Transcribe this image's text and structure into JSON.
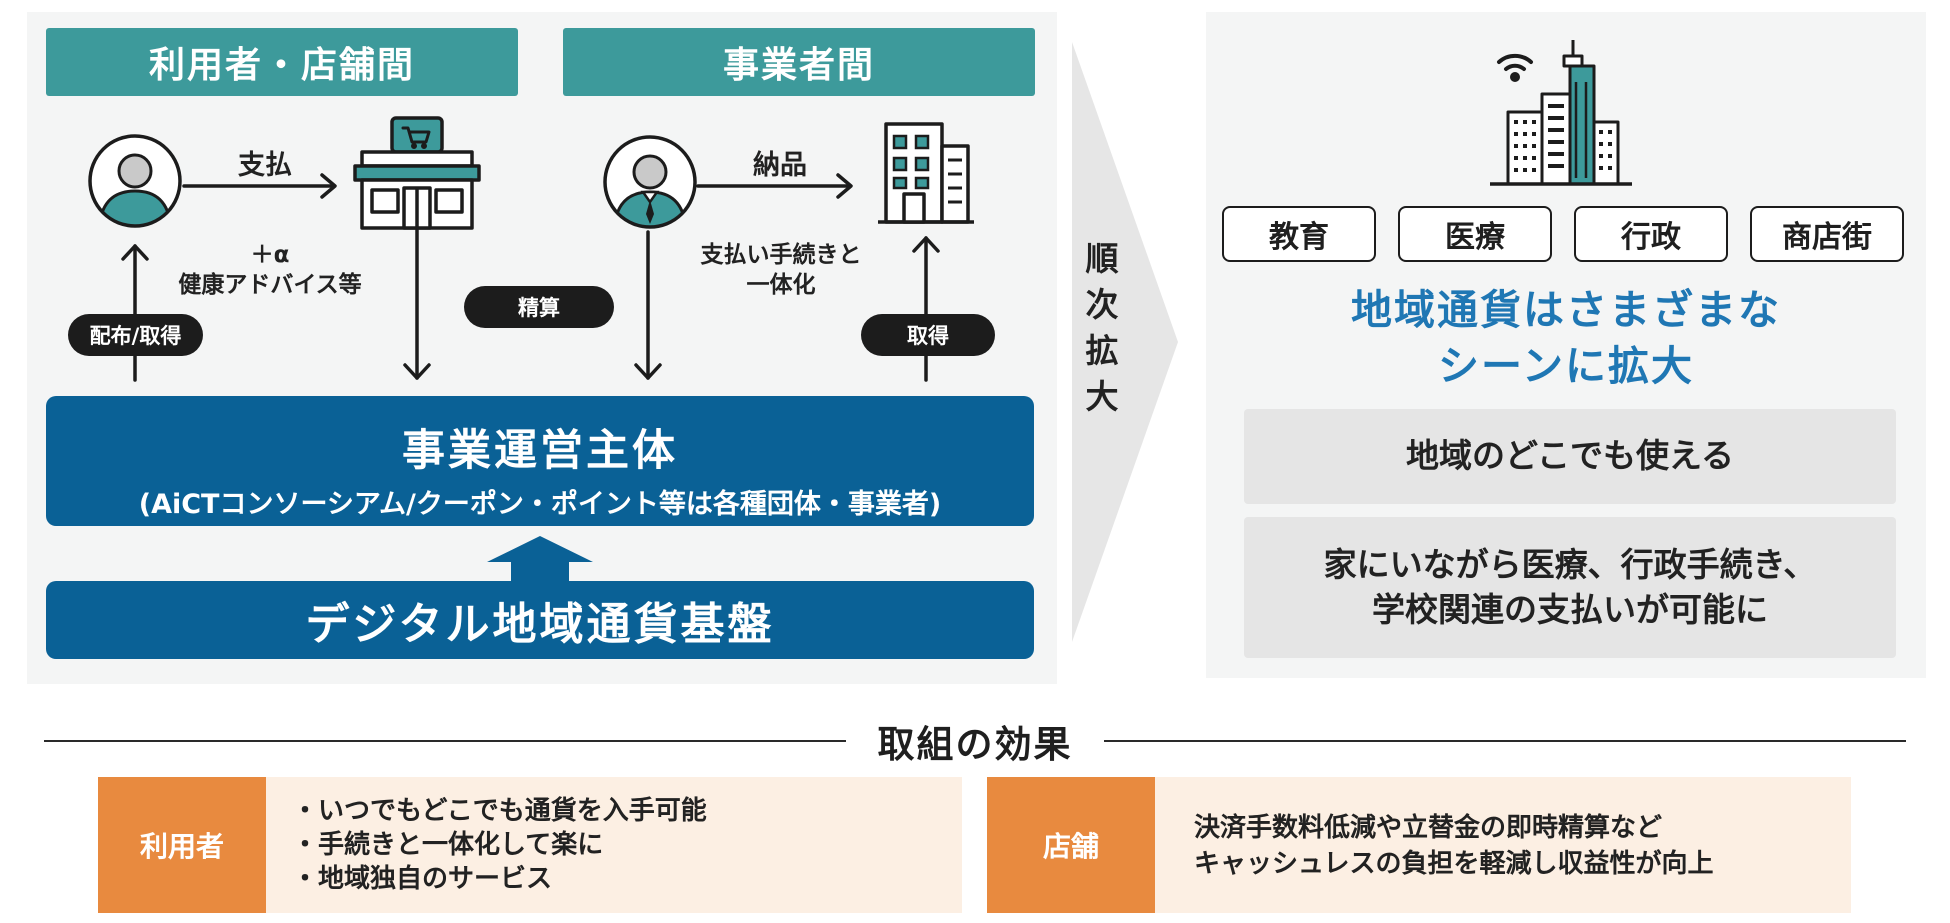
{
  "left": {
    "header_user_shop": "利用者・店舗間",
    "header_business": "事業者間",
    "pay_label": "支払",
    "extra_line1": "＋α",
    "extra_line2": "健康アドバイス等",
    "distribute_pill": "配布/取得",
    "settle_pill": "精算",
    "delivery_label": "納品",
    "procedure_line1": "支払い手続きと",
    "procedure_line2": "一体化",
    "acquire_pill": "取得",
    "operator_title": "事業運営主体",
    "operator_sub": "(AiCTコンソーシアム/クーポン・ポイント等は各種団体・事業者)",
    "platform": "デジタル地域通貨基盤"
  },
  "arrow": {
    "c1": "順",
    "c2": "次",
    "c3": "拡",
    "c4": "大"
  },
  "right": {
    "tags": [
      "教育",
      "医療",
      "行政",
      "商店街"
    ],
    "headline1": "地域通貨はさまざまな",
    "headline2": "シーンに拡大",
    "card1": "地域のどこでも使える",
    "card2_line1": "家にいながら医療、行政手続き、",
    "card2_line2": "学校関連の支払いが可能に"
  },
  "effects": {
    "title": "取組の効果",
    "user_tag": "利用者",
    "user_items": [
      "・いつでもどこでも通貨を入手可能",
      "・手続きと一体化して楽に",
      "・地域独自のサービス"
    ],
    "shop_tag": "店舗",
    "shop_line1": "決済手数料低減や立替金の即時精算など",
    "shop_line2": "キャッシュレスの負担を軽減し収益性が向上"
  },
  "colors": {
    "teal": "#3d9a9b",
    "blue": "#0a6196",
    "headline_blue": "#1f77b4",
    "orange": "#e88a3f",
    "cream": "#fcefe3",
    "panel": "#f4f5f5"
  },
  "icons": [
    "user-icon",
    "shop-icon",
    "businessman-icon",
    "office-building-icon",
    "city-skyline-icon",
    "wifi-icon"
  ]
}
